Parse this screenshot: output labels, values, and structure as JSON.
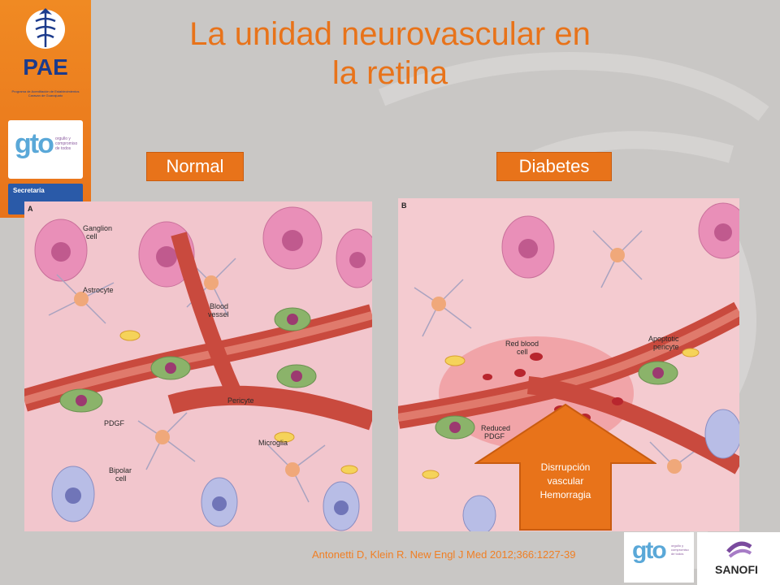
{
  "title_line1": "La unidad neurovascular en",
  "title_line2": "la retina",
  "labels": {
    "normal": "Normal",
    "diabetes": "Diabetes"
  },
  "sidebar": {
    "pae": "PAE",
    "pae_caption": "Programa de Acreditación de Establecimientos Caravan de Guanajuato",
    "gto": "gto",
    "gto_slogan": "orgullo y compromiso de todos",
    "secretaria": "Secretaría"
  },
  "panel_a": {
    "letter": "A",
    "labels": [
      "Ganglion",
      "cell",
      "Astrocyte",
      "Blood",
      "vessel",
      "Pericyte",
      "PDGF",
      "Microglia",
      "Bipolar",
      "cell"
    ]
  },
  "panel_b": {
    "letter": "B",
    "labels": [
      "Red blood",
      "cell",
      "Apoptotic",
      "pericyte",
      "Reduced",
      "PDGF"
    ]
  },
  "arrow": {
    "line1": "Disrrupción",
    "line2": "vascular",
    "line3": "Hemorragia"
  },
  "citation": "Antonetti  D, Klein  R.  New Engl J Med 2012;366:1227-39",
  "footer": {
    "gto": "gto",
    "gto_slogan": "orgullo y compromiso de todos",
    "sanofi": "SANOFI"
  },
  "colors": {
    "accent": "#e8731a",
    "vessel": "#c94a3e",
    "pericyte": "#8bb36a",
    "cell": "#e57aa8"
  }
}
